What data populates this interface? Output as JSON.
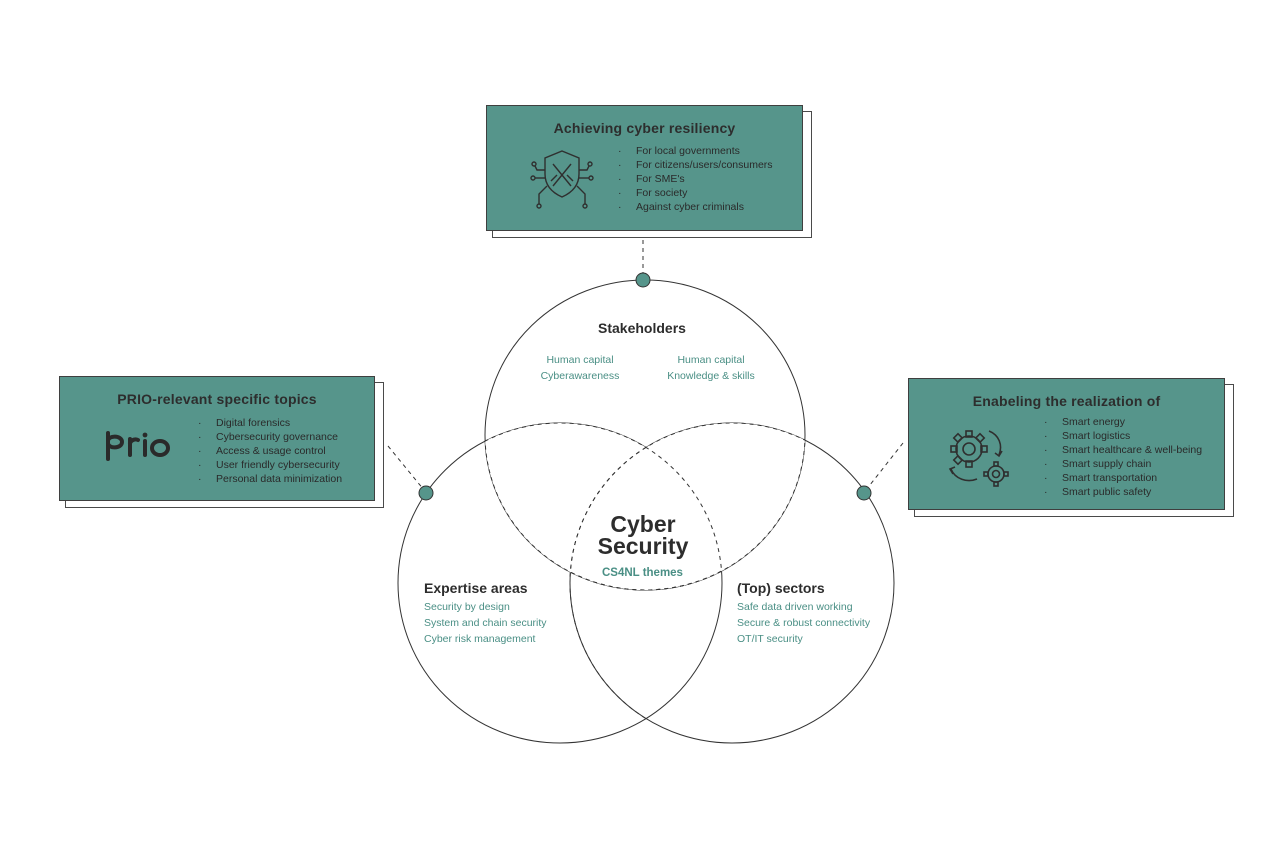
{
  "top_card": {
    "title": "Achieving cyber resiliency",
    "icon": "shield-swords-circuit-icon",
    "items": [
      "For local governments",
      "For citizens/users/consumers",
      "For SME's",
      "For society",
      "Against cyber criminals"
    ]
  },
  "left_card": {
    "title": "PRIO-relevant specific topics",
    "logo_text": "prio",
    "items": [
      "Digital forensics",
      "Cybersecurity governance",
      "Access & usage control",
      "User friendly cybersecurity",
      "Personal data minimization"
    ]
  },
  "right_card": {
    "title": "Enabeling the realization of",
    "icon": "gears-cycle-icon",
    "items": [
      "Smart energy",
      "Smart logistics",
      "Smart healthcare & well-being",
      "Smart supply chain",
      "Smart transportation",
      "Smart public safety"
    ]
  },
  "bullet": "·",
  "stakeholders": {
    "title": "Stakeholders",
    "left": [
      "Human capital",
      "Cyberawareness"
    ],
    "right": [
      "Human capital",
      "Knowledge & skills"
    ]
  },
  "expertise": {
    "title": "Expertise areas",
    "items": [
      "Security by design",
      "System and chain security",
      "Cyber risk management"
    ]
  },
  "sectors": {
    "title": "(Top) sectors",
    "items": [
      "Safe data driven working",
      "Secure & robust connectivity",
      "OT/IT security"
    ]
  },
  "center": {
    "title_line1": "Cyber",
    "title_line2": "Security",
    "subtitle": "CS4NL themes"
  },
  "colors": {
    "teal_fill": "#56958b",
    "teal_text": "#4a8f85",
    "dark_text": "#2d2d2d",
    "line": "#333333"
  }
}
